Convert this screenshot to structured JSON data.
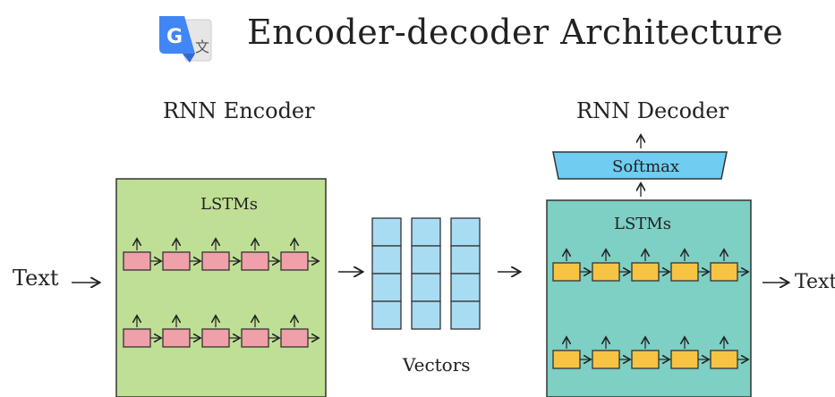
{
  "title": "Encoder-decoder Architecture",
  "encoder": {
    "heading": "RNN Encoder",
    "inner_label": "LSTMs"
  },
  "decoder": {
    "heading": "RNN Decoder",
    "inner_label": "LSTMs",
    "softmax_label": "Softmax"
  },
  "input_text": "Text",
  "output_text": "Text",
  "vectors_label": "Vectors",
  "colors": {
    "encoder_bg": "#bfdf95",
    "decoder_bg": "#7ecfc4",
    "encoder_cell": "#f0a0a8",
    "decoder_cell": "#f6c442",
    "vector_cell": "#a8dcf2",
    "softmax": "#6ecdf0"
  },
  "icons": [
    "google-translate-icon"
  ]
}
